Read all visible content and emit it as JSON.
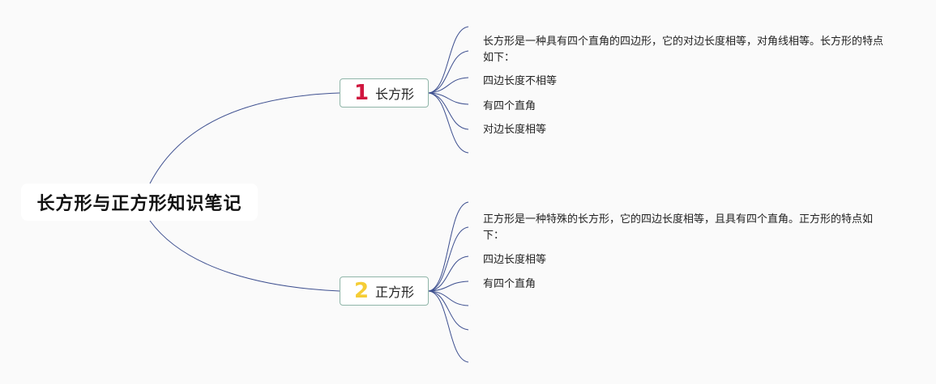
{
  "root": {
    "title": "长方形与正方形知识笔记"
  },
  "branches": [
    {
      "number": "1",
      "label": "长方形",
      "leaves": [
        "长方形是一种具有四个直角的四边形，它的对边长度相等，对角线相等。长方形的特点如下：",
        "四边长度不相等",
        "有四个直角",
        "对边长度相等",
        ""
      ]
    },
    {
      "number": "2",
      "label": "正方形",
      "leaves": [
        "正方形是一种特殊的长方形，它的四边长度相等，且具有四个直角。正方形的特点如下：",
        "四边长度相等",
        "有四个直角",
        "",
        "",
        ""
      ]
    }
  ],
  "colors": {
    "connector": "#3d4f8f",
    "branch_border": "#8fb5a8",
    "badge_1": "#d0163f",
    "badge_2": "#f5cd36",
    "background": "#fafafa"
  }
}
